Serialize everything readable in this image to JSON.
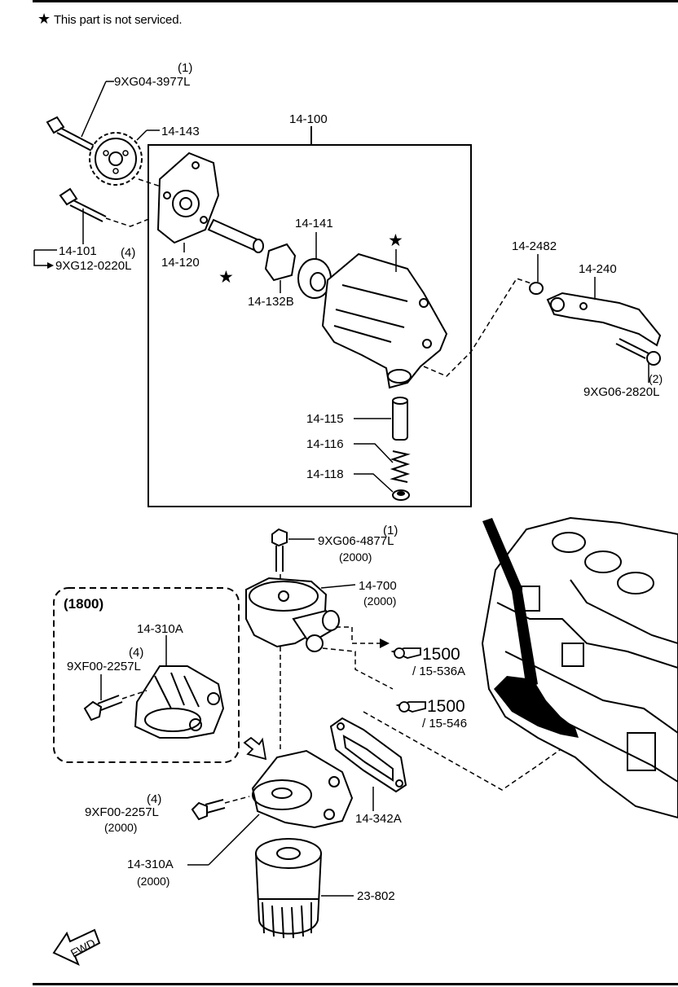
{
  "note": {
    "star": "★",
    "text": "This part is not serviced."
  },
  "labels": {
    "bolt_top_qty": "(1)",
    "bolt_top_pn": "9XG04-3977L",
    "sprocket": "14-143",
    "pump_assembly": "14-100",
    "pump_cover": "14-120",
    "bolt_mid": "14-101",
    "bolt_mid_qty": "(4)",
    "bolt_mid_pn": "9XG12-0220L",
    "rotor_outer": "14-141",
    "rotor_inner": "14-132B",
    "plunger": "14-115",
    "spring": "14-116",
    "plug": "14-118",
    "oring": "14-2482",
    "chain_guide": "14-240",
    "guide_bolt_qty": "(2)",
    "guide_bolt_pn": "9XG06-2820L",
    "cooler_bolt_qty": "(1)",
    "cooler_bolt_pn": "9XG06-4877L",
    "cooler_bolt_note": "(2000)",
    "oil_cooler": "14-700",
    "oil_cooler_note": "(2000)",
    "box_variant": "(1800)",
    "filter_body_1800": "14-310A",
    "bolt_1800_qty": "(4)",
    "bolt_1800_pn": "9XF00-2257L",
    "ref_a_num": "1500",
    "ref_a_sub": "/ 15-536A",
    "ref_b_num": "1500",
    "ref_b_sub": "/ 15-546",
    "gasket": "14-342A",
    "bolt_2000_qty": "(4)",
    "bolt_2000_pn": "9XF00-2257L",
    "bolt_2000_note": "(2000)",
    "filter_body_2000": "14-310A",
    "filter_body_2000_note": "(2000)",
    "oil_filter": "23-802",
    "fwd": "FWD",
    "star_mark": "★"
  }
}
